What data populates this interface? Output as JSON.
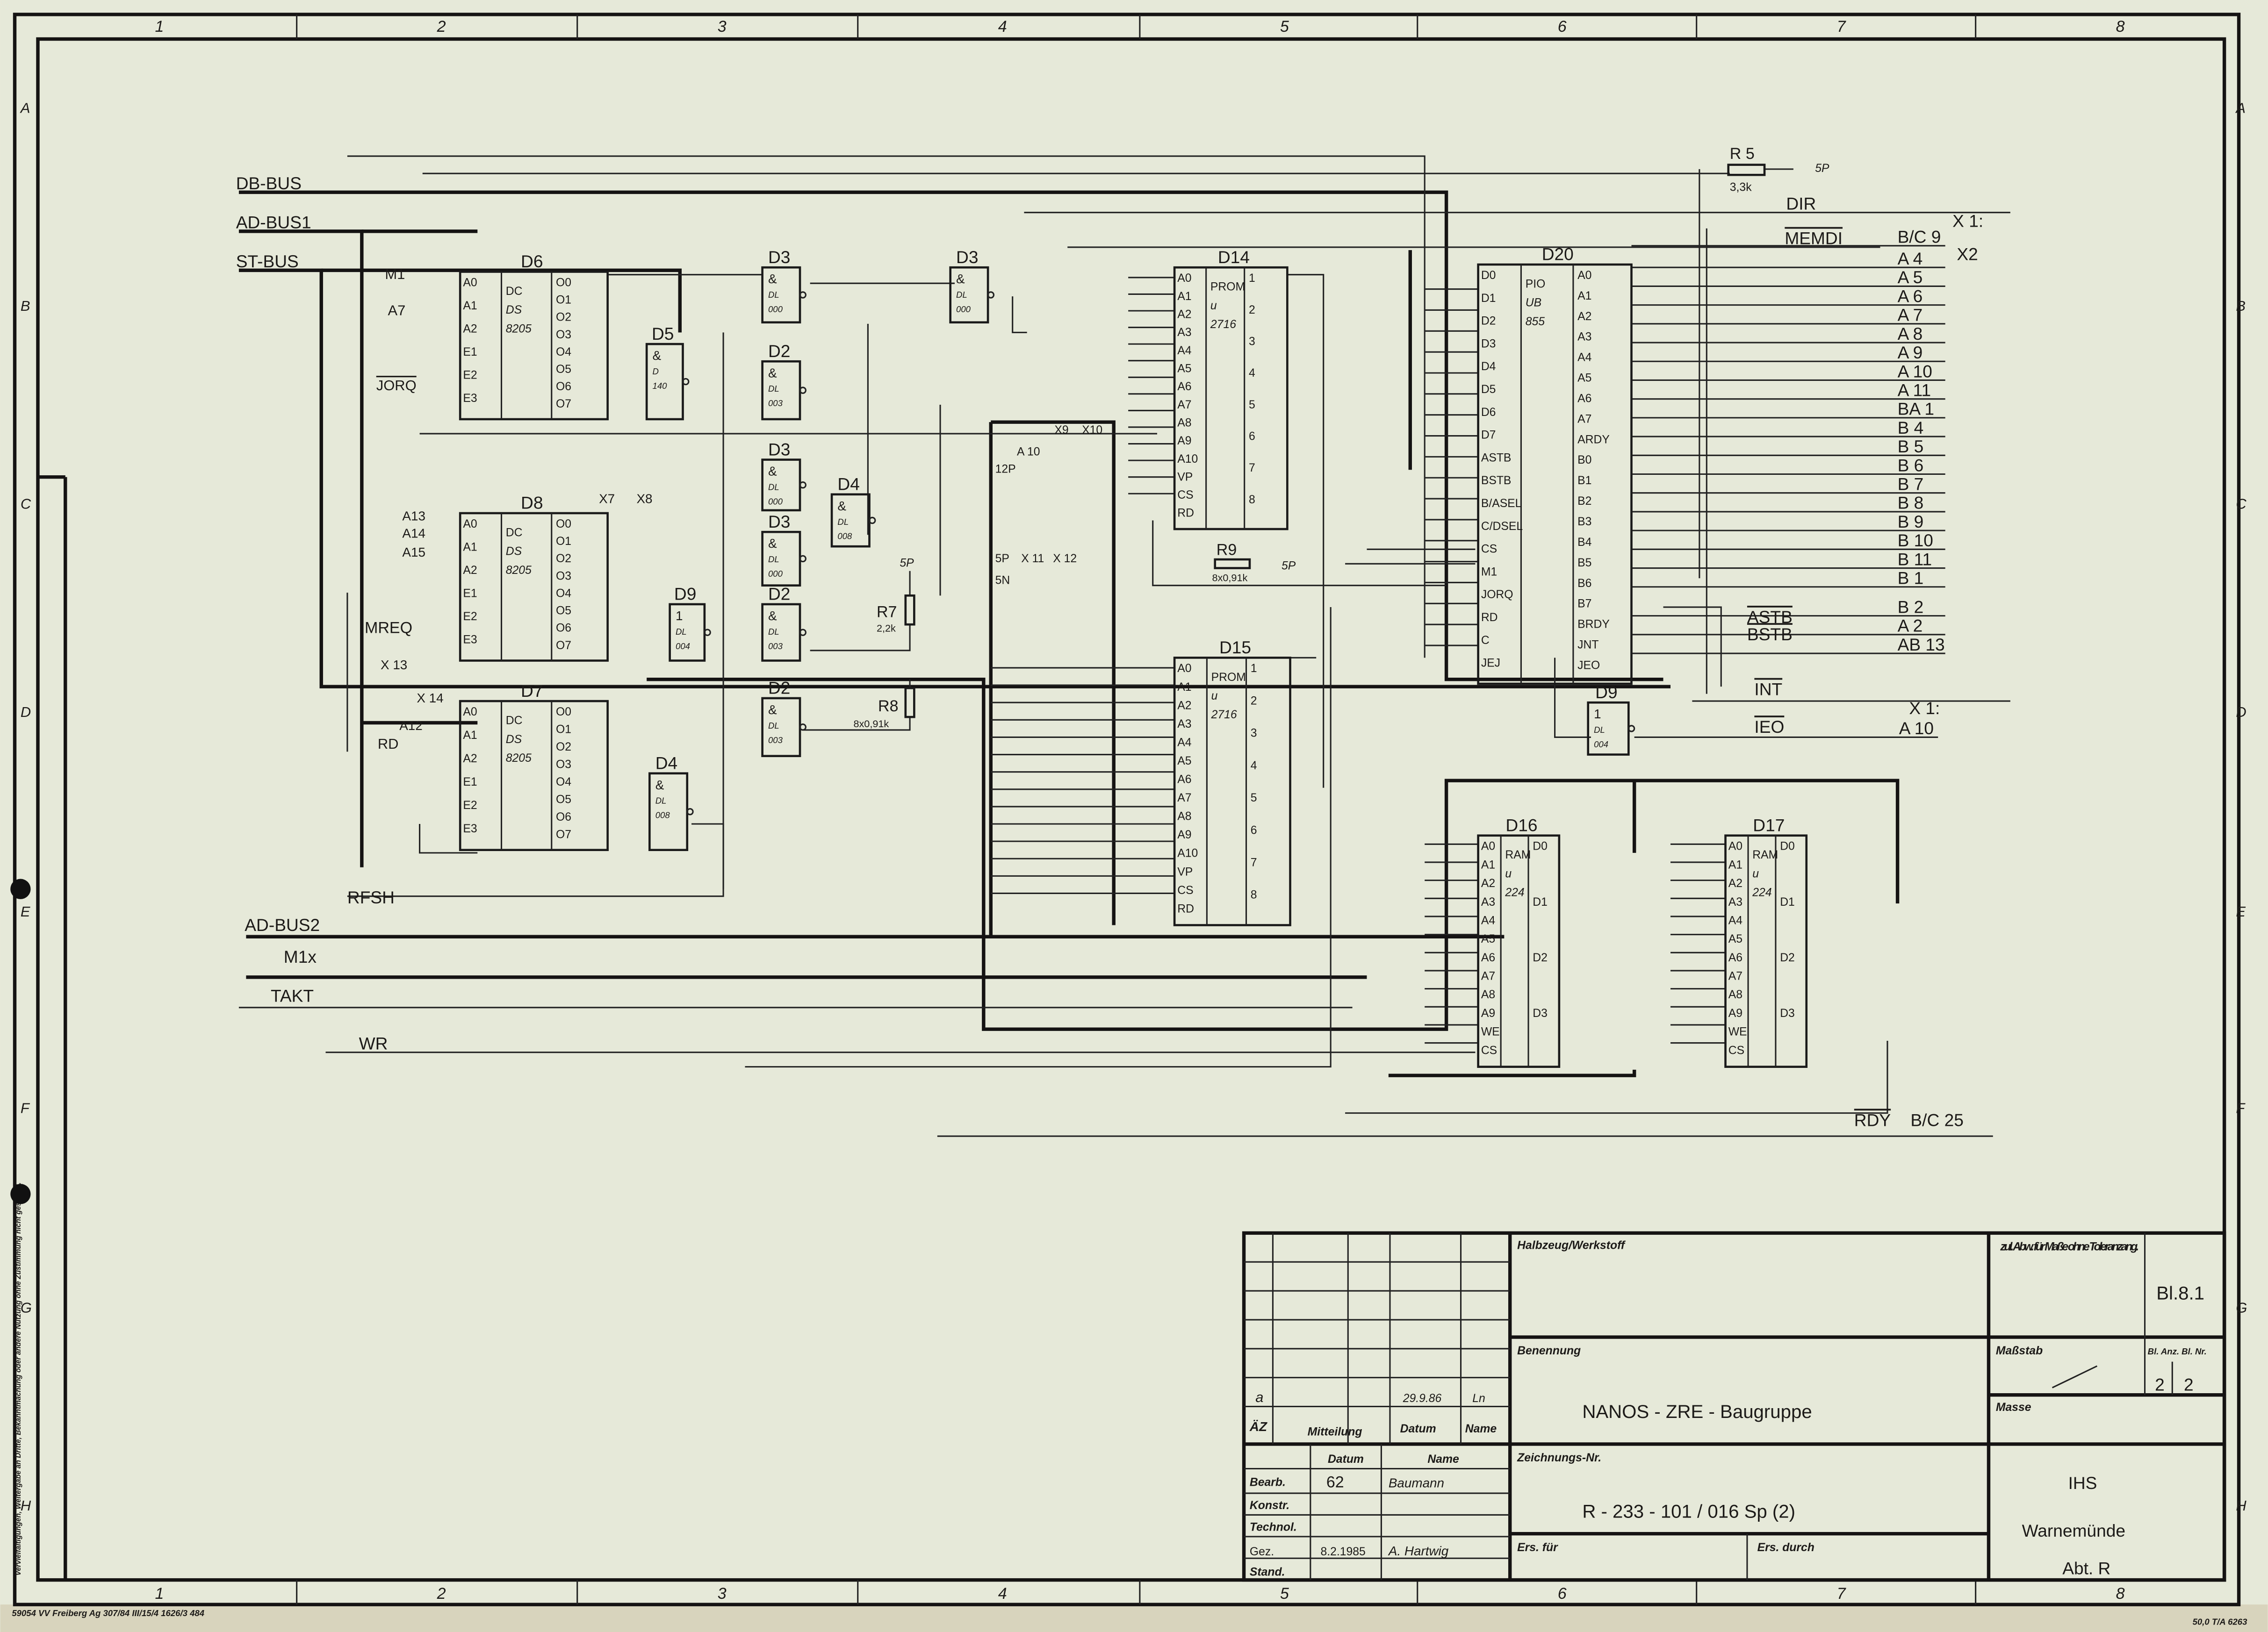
{
  "sheet": {
    "columns": [
      "1",
      "2",
      "3",
      "4",
      "5",
      "6",
      "7",
      "8"
    ],
    "rows": [
      "A",
      "B",
      "C",
      "D",
      "E",
      "F",
      "G",
      "H"
    ],
    "footer_left": "59054 VV Freiberg Ag 307/84 III/15/4 1626/3 484",
    "footer_right": "50,0 T/A 6263",
    "side_note": "Vervielfältigungen, Weitergabe an Dritte, Bekanntmachung oder andere Nutzung ohne Zustimmung nicht gestattet."
  },
  "signals_left": {
    "db_bus": "DB-BUS",
    "ad_bus1": "AD-BUS1",
    "st_bus": "ST-BUS",
    "m1": "M1",
    "a7": "A7",
    "jorq": "JORQ",
    "mreq": "MREQ",
    "rd": "RD",
    "a13": "A13",
    "a14": "A14",
    "a15": "A15",
    "a12": "A12",
    "x13": "X 13",
    "x14": "X 14",
    "rfsh": "RFSH",
    "ad_bus2": "AD-BUS2",
    "m1x": "M1x",
    "takt": "TAKT",
    "wr": "WR",
    "x7": "X7",
    "x8": "X8",
    "x9": "X9",
    "x10": "X10",
    "x11": "X 11",
    "x12": "X 12",
    "a10": "A 10",
    "p12": "12P",
    "p5a": "5P",
    "p5b": "5N"
  },
  "signals_right": {
    "dir": "DIR",
    "memdi": "MEMDI",
    "int": "INT",
    "ieo": "IEO",
    "astb": "ASTB",
    "bstb": "BSTB",
    "rdy": "RDY",
    "rdy_pin": "B/C 25",
    "x1": "X 1:",
    "x2": "X2",
    "x1b": "X 1:",
    "ieo_pin": "A 10",
    "connector_pins": [
      "B/C 9",
      "A 4",
      "A 5",
      "A 6",
      "A 7",
      "A 8",
      "A 9",
      "A 10",
      "A 11",
      "BA 1",
      "B 4",
      "B 5",
      "B 6",
      "B 7",
      "B 8",
      "B 9",
      "B 10",
      "B 11",
      "B 1",
      "B 2",
      "A 2",
      "AB 13"
    ]
  },
  "resistors": [
    {
      "name": "R 5",
      "value": "3,3k",
      "supply": "5P"
    },
    {
      "name": "R7",
      "value": "2,2k",
      "supply": "5P"
    },
    {
      "name": "R8",
      "value": "8x0,91k",
      "supply": ""
    },
    {
      "name": "R9",
      "value": "8x0,91k",
      "supply": "5P"
    }
  ],
  "chips": [
    {
      "name": "D6",
      "type": [
        "DC",
        "DS",
        "8205"
      ],
      "left": [
        "A0",
        "A1",
        "A2",
        "E1",
        "E2",
        "E3"
      ],
      "right": [
        "O0",
        "O1",
        "O2",
        "O3",
        "O4",
        "O5",
        "O6",
        "O7"
      ]
    },
    {
      "name": "D8",
      "type": [
        "DC",
        "DS",
        "8205"
      ],
      "left": [
        "A0",
        "A1",
        "A2",
        "E1",
        "E2",
        "E3"
      ],
      "right": [
        "O0",
        "O1",
        "O2",
        "O3",
        "O4",
        "O5",
        "O6",
        "O7"
      ]
    },
    {
      "name": "D7",
      "type": [
        "DC",
        "DS",
        "8205"
      ],
      "left": [
        "A0",
        "A1",
        "A2",
        "E1",
        "E2",
        "E3"
      ],
      "right": [
        "O0",
        "O1",
        "O2",
        "O3",
        "O4",
        "O5",
        "O6",
        "O7"
      ]
    },
    {
      "name": "D5",
      "type": [
        "&",
        "D",
        "140"
      ],
      "left": [],
      "right": []
    },
    {
      "name": "D3",
      "type": [
        "&",
        "DL",
        "000"
      ],
      "left": [],
      "right": []
    },
    {
      "name": "D2",
      "type": [
        "&",
        "DL",
        "003"
      ],
      "left": [],
      "right": []
    },
    {
      "name": "D3",
      "type": [
        "&",
        "DL",
        "000"
      ],
      "left": [],
      "right": []
    },
    {
      "name": "D3",
      "type": [
        "&",
        "DL",
        "000"
      ],
      "left": [],
      "right": []
    },
    {
      "name": "D2",
      "type": [
        "&",
        "DL",
        "003"
      ],
      "left": [],
      "right": []
    },
    {
      "name": "D2",
      "type": [
        "&",
        "DL",
        "003"
      ],
      "left": [],
      "right": []
    },
    {
      "name": "D3",
      "type": [
        "&",
        "DL",
        "000"
      ],
      "left": [],
      "right": []
    },
    {
      "name": "D4",
      "type": [
        "&",
        "DL",
        "008"
      ],
      "left": [],
      "right": []
    },
    {
      "name": "D9",
      "type": [
        "1",
        "DL",
        "004"
      ],
      "left": [],
      "right": []
    },
    {
      "name": "D4",
      "type": [
        "&",
        "DL",
        "008"
      ],
      "left": [],
      "right": []
    },
    {
      "name": "D14",
      "type": [
        "PROM",
        "u",
        "2716"
      ],
      "left": [
        "A0",
        "A1",
        "A2",
        "A3",
        "A4",
        "A5",
        "A6",
        "A7",
        "A8",
        "A9",
        "A10",
        "VP",
        "CS",
        "RD"
      ],
      "right": [
        "1",
        "2",
        "3",
        "4",
        "5",
        "6",
        "7",
        "8"
      ]
    },
    {
      "name": "D15",
      "type": [
        "PROM",
        "u",
        "2716"
      ],
      "left": [
        "A0",
        "A1",
        "A2",
        "A3",
        "A4",
        "A5",
        "A6",
        "A7",
        "A8",
        "A9",
        "A10",
        "VP",
        "CS",
        "RD"
      ],
      "right": [
        "1",
        "2",
        "3",
        "4",
        "5",
        "6",
        "7",
        "8"
      ]
    },
    {
      "name": "D20",
      "type": [
        "PIO",
        "UB",
        "855"
      ],
      "left": [
        "D0",
        "D1",
        "D2",
        "D3",
        "D4",
        "D5",
        "D6",
        "D7",
        "ASTB",
        "BSTB",
        "B/ASEL",
        "C/DSEL",
        "CS",
        "M1",
        "JORQ",
        "RD",
        "C",
        "JEJ"
      ],
      "right": [
        "A0",
        "A1",
        "A2",
        "A3",
        "A4",
        "A5",
        "A6",
        "A7",
        "ARDY",
        "B0",
        "B1",
        "B2",
        "B3",
        "B4",
        "B5",
        "B6",
        "B7",
        "BRDY",
        "JNT",
        "JEO"
      ]
    },
    {
      "name": "D16",
      "type": [
        "RAM",
        "u",
        "224"
      ],
      "left": [
        "A0",
        "A1",
        "A2",
        "A3",
        "A4",
        "A5",
        "A6",
        "A7",
        "A8",
        "A9",
        "WE",
        "CS"
      ],
      "right": [
        "D0",
        "D1",
        "D2",
        "D3"
      ]
    },
    {
      "name": "D17",
      "type": [
        "RAM",
        "u",
        "224"
      ],
      "left": [
        "A0",
        "A1",
        "A2",
        "A3",
        "A4",
        "A5",
        "A6",
        "A7",
        "A8",
        "A9",
        "WE",
        "CS"
      ],
      "right": [
        "D0",
        "D1",
        "D2",
        "D3"
      ]
    },
    {
      "name": "D9",
      "type": [
        "1",
        "DL",
        "004"
      ],
      "left": [],
      "right": []
    }
  ],
  "title_block": {
    "halbzeug": "Halbzeug/Werkstoff",
    "tolerance": "zul. Abw. für Maße ohne Toleranzang.",
    "sheet_ref": "Bl.8.1",
    "benennung_label": "Benennung",
    "title": "NANOS - ZRE - Baugruppe",
    "massstab": "Maßstab",
    "bl_anz": "Bl. Anz. Bl. Nr.",
    "bl_anz_val": "2",
    "bl_nr_val": "2",
    "masse": "Masse",
    "change_index": "a",
    "change_date": "29.9.86",
    "change_name": "Ln",
    "az": "ÄZ",
    "mitteilung": "Mitteilung",
    "datum": "Datum",
    "name": "Name",
    "datum2": "Datum",
    "name2": "Name",
    "bearb": "Bearb.",
    "bearb_date": "62",
    "bearb_name": "Baumann",
    "konstr": "Konstr.",
    "technol": "Technol.",
    "gez": "Gez.",
    "gez_date": "8.2.1985",
    "gez_name": "A. Hartwig",
    "stand": "Stand.",
    "zeichnungs_label": "Zeichnungs-Nr.",
    "drawing_no": "R - 233 - 101 / 016   Sp (2)",
    "ers_fuer": "Ers. für",
    "ers_durch": "Ers. durch",
    "org1": "IHS",
    "org2": "Warnemünde",
    "org3": "Abt. R"
  }
}
